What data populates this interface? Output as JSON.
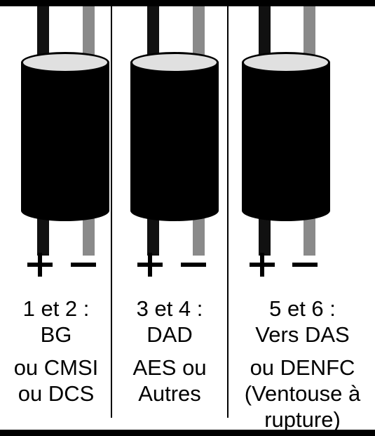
{
  "colors": {
    "positive_wire": "#111111",
    "negative_wire": "#8a8a8a",
    "capacitor_body": "#000000",
    "capacitor_top": "#e0e0e0"
  },
  "groups": [
    {
      "lines": [
        "1 et 2 :",
        "BG",
        "ou CMSI",
        "ou DCS"
      ]
    },
    {
      "lines": [
        "3 et 4 :",
        "DAD",
        "AES ou",
        "Autres"
      ]
    },
    {
      "lines": [
        "5 et 6 :",
        "Vers DAS",
        "ou DENFC",
        "(Ventouse à",
        "rupture)"
      ]
    }
  ]
}
